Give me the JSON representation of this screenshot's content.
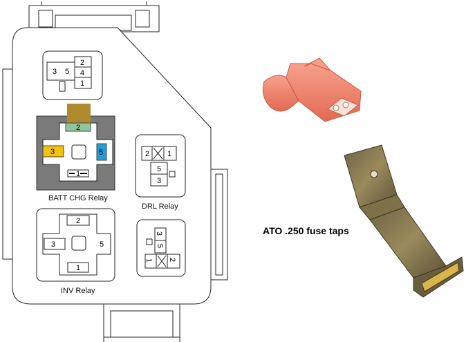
{
  "labels": {
    "batt_chg_relay": "BATT CHG Relay",
    "drl_relay": "DRL Relay",
    "inv_relay": "INV Relay",
    "caption": "ATO .250 fuse taps"
  },
  "relay_top_pins": {
    "p3": "3",
    "p5": "5",
    "p2": "2",
    "p4": "4",
    "p1": "1"
  },
  "batt_chg_pins": {
    "p2": "2",
    "p3": "3",
    "p5": "5",
    "p1": "1"
  },
  "drl_pins": {
    "p2": "2",
    "p1": "1",
    "p5": "5",
    "p3": "3"
  },
  "inv_pins": {
    "p2": "2",
    "p3": "3",
    "p5": "5",
    "p1": "1"
  },
  "small_relay_pins": {
    "p3": "3",
    "p5": "5",
    "p2": "2",
    "p1": "1"
  },
  "colors": {
    "batt_bg": "#7a7a7a",
    "tab_brown": "#b08a2e",
    "pin2_green": "#8fc79a",
    "pin3_yellow": "#f2c20c",
    "pin5_blue": "#1e9fdc",
    "connector_pink": "#f28a74",
    "tap_brass": "#8a7a50"
  }
}
